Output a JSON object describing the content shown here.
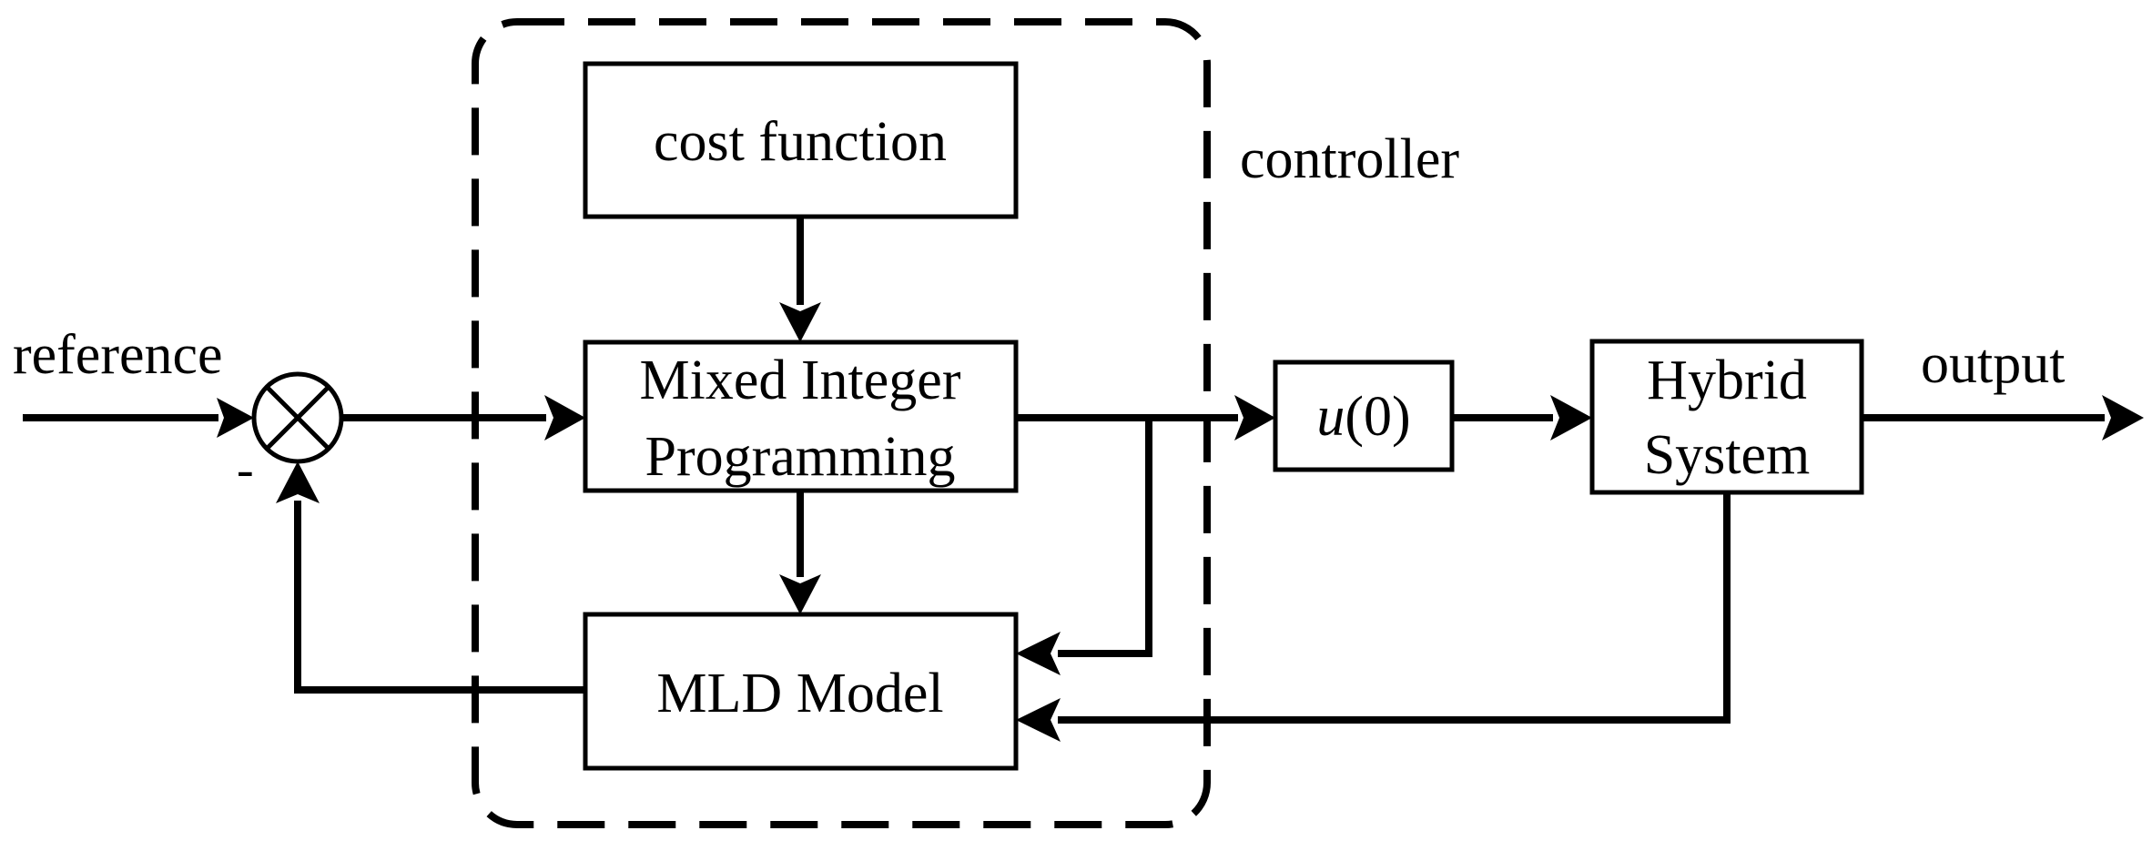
{
  "diagram": {
    "blocks": {
      "cost_function": "cost function",
      "mip_line1": "Mixed Integer",
      "mip_line2": "Programming",
      "mld_model": "MLD Model",
      "u0_var": "u",
      "u0_arg": "(0)",
      "hybrid_line1": "Hybrid",
      "hybrid_line2": "System"
    },
    "labels": {
      "controller": "controller",
      "reference": "reference",
      "output": "output",
      "minus_sign": "-"
    },
    "colors": {
      "stroke": "#000000",
      "background": "#ffffff"
    },
    "icons": {
      "summing_junction": "circle-cross-icon"
    }
  }
}
